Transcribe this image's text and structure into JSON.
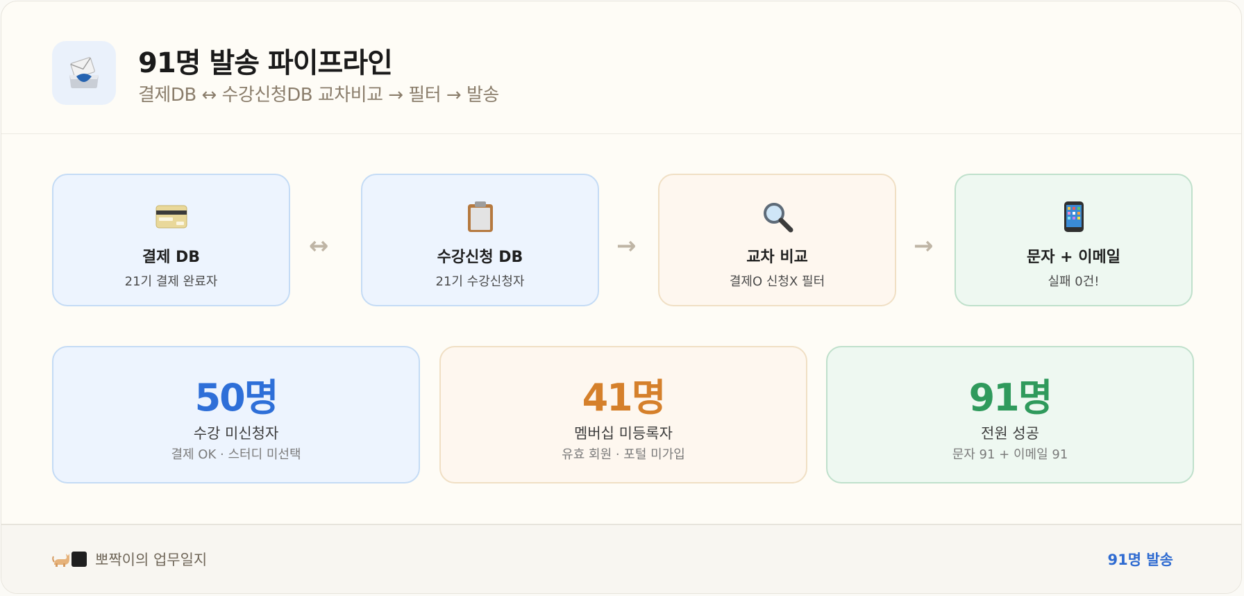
{
  "header": {
    "icon": "inbox-tray-icon",
    "title": "91명 발송 파이프라인",
    "subtitle": "결제DB ↔ 수강신청DB 교차비교 → 필터 → 발송"
  },
  "steps": [
    {
      "icon": "credit-card-icon",
      "name": "결제 DB",
      "desc": "21기 결제 완료자",
      "color": "#edf4fe"
    },
    {
      "icon": "clipboard-icon",
      "name": "수강신청 DB",
      "desc": "21기 수강신청자",
      "color": "#edf4fe"
    },
    {
      "icon": "magnifier-icon",
      "name": "교차 비교",
      "desc": "결제O 신청X 필터",
      "color": "#fef7ef"
    },
    {
      "icon": "mobile-phone-icon",
      "name": "문자 + 이메일",
      "desc": "실패 0건!",
      "color": "#eef8f1"
    }
  ],
  "arrows": [
    "↔",
    "→",
    "→"
  ],
  "stats": [
    {
      "value": "50명",
      "label": "수강 미신청자",
      "sub": "결제 OK · 스터디 미선택",
      "color": "#2e6fd8"
    },
    {
      "value": "41명",
      "label": "멤버십 미등록자",
      "sub": "유효 회원 · 포털 미가입",
      "color": "#d5802b"
    },
    {
      "value": "91명",
      "label": "전원 성공",
      "sub": "문자 91 + 이메일 91",
      "color": "#2f9a5c"
    }
  ],
  "footer": {
    "icons": [
      "cat-icon",
      "black-square-icon"
    ],
    "left_text": "뽀짝이의 업무일지",
    "right_text": "91명 발송"
  }
}
